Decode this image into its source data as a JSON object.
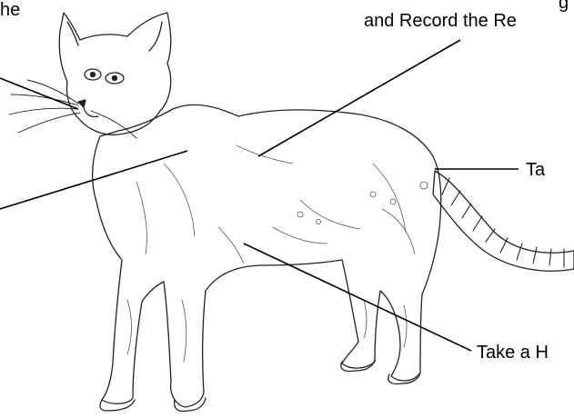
{
  "labels": {
    "top_left_fragment": "he",
    "top_right_line1": "g",
    "top_right_line2": "and Record the Re",
    "right_middle": "Ta",
    "bottom_right": "Take a H"
  },
  "colors": {
    "ink": "#000000",
    "background": "#ffffff",
    "fur_stroke": "#3a3a3a"
  }
}
